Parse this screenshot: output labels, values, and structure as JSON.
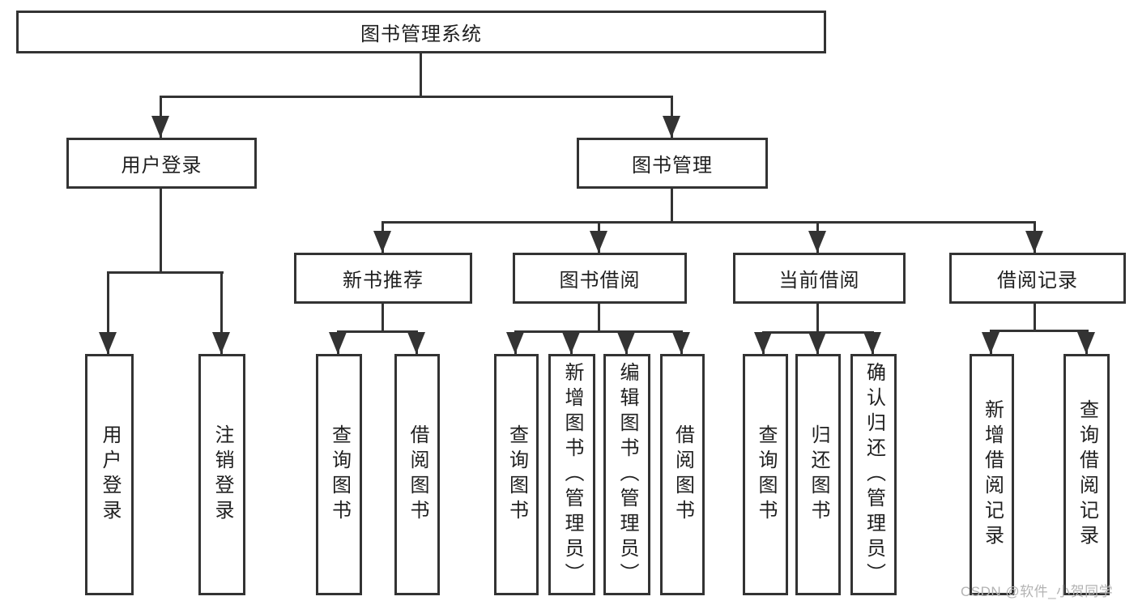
{
  "diagram": {
    "root_label": "图书管理系统",
    "user_login": {
      "label": "用户登录",
      "children": [
        "用户登录",
        "注销登录"
      ]
    },
    "book_management": {
      "label": "图书管理"
    },
    "new_book_recommend": {
      "label": "新书推荐",
      "children": [
        "查询图书",
        "借阅图书"
      ]
    },
    "book_borrow": {
      "label": "图书借阅",
      "children": [
        "查询图书",
        "新增图书（管理员）",
        "编辑图书（管理员）",
        "借阅图书"
      ]
    },
    "current_borrow": {
      "label": "当前借阅",
      "children": [
        "查询图书",
        "归还图书",
        "确认归还（管理员）"
      ]
    },
    "borrow_records": {
      "label": "借阅记录",
      "children": [
        "新增借阅记录",
        "查询借阅记录"
      ]
    }
  },
  "watermark": "CSDN @软件_小贺同学",
  "colors": {
    "line": "#333333",
    "text": "#1f1f1f",
    "watermark": "#b3b3b3",
    "background": "#ffffff"
  }
}
